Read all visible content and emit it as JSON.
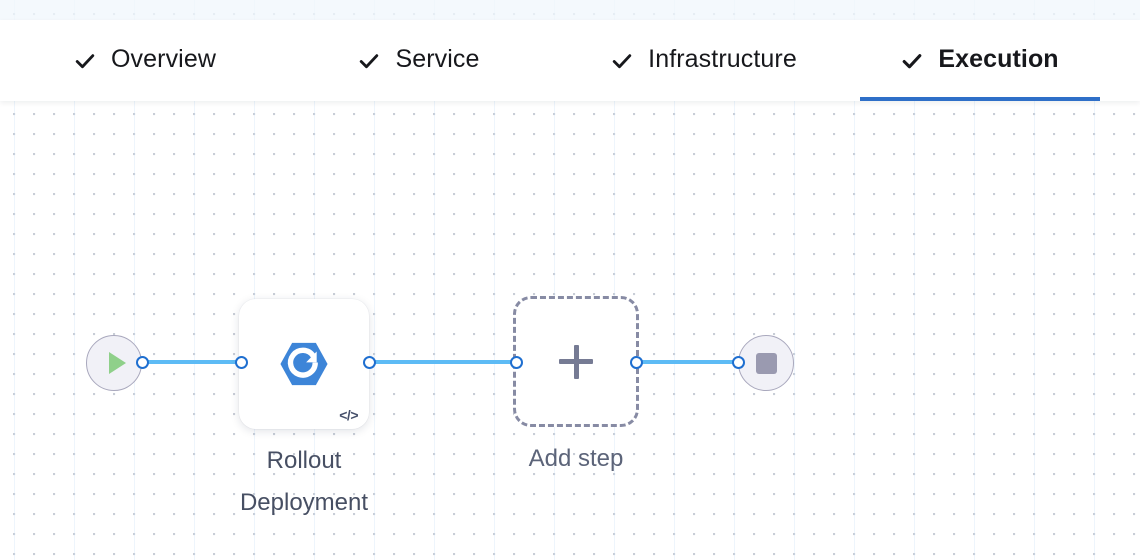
{
  "tabs": [
    {
      "label": "Overview",
      "icon": "check-icon",
      "complete": true,
      "active": false
    },
    {
      "label": "Service",
      "icon": "check-icon",
      "complete": true,
      "active": false
    },
    {
      "label": "Infrastructure",
      "icon": "check-icon",
      "complete": true,
      "active": false
    },
    {
      "label": "Execution",
      "icon": "check-icon",
      "complete": true,
      "active": true
    }
  ],
  "flow": {
    "start_node": {
      "name": "start",
      "icon": "play-icon"
    },
    "end_node": {
      "name": "end",
      "icon": "stop-icon"
    },
    "step": {
      "label": "Rollout\nDeployment",
      "icon": "rollout-deployment-icon",
      "badge": "</>"
    },
    "add_step": {
      "label": "Add step",
      "icon": "plus-icon"
    }
  },
  "colors": {
    "accent": "#2f6fc8",
    "edge": "#5dbbf5",
    "port_ring": "#1f6fd0",
    "step_icon": "#3d85d8",
    "play": "#8fd08a",
    "stop": "#9a9ab0",
    "dashed_border": "#878ba4",
    "label_text": "#474f63",
    "tab_text": "#17181c"
  }
}
